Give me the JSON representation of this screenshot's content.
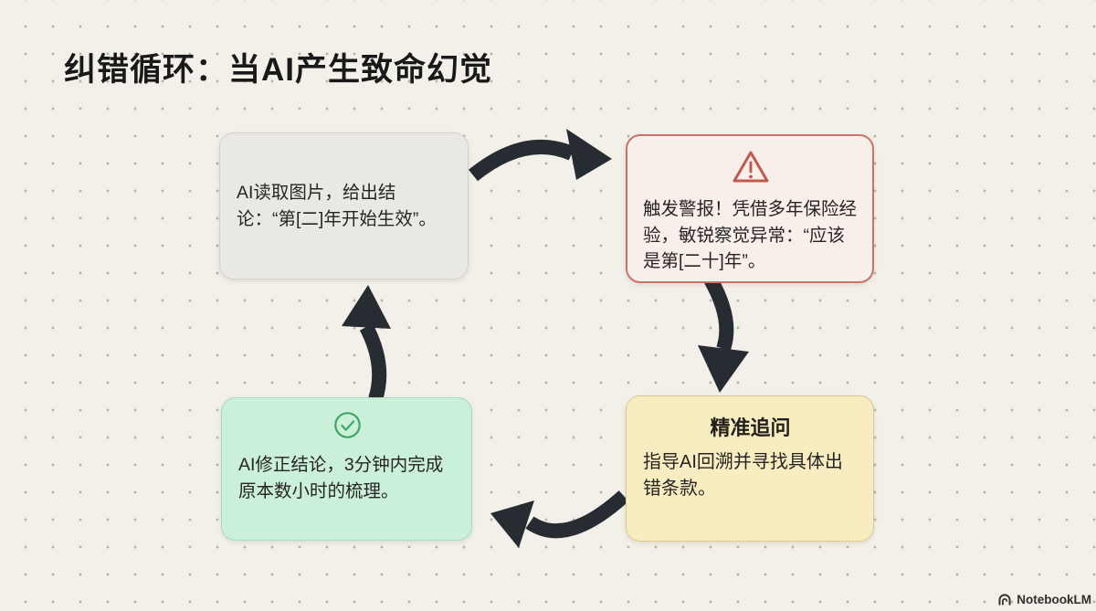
{
  "title": "纠错循环：当AI产生致命幻觉",
  "flow": {
    "nodes": [
      {
        "id": "ai-conclusion",
        "text": "AI读取图片，给出结论：“第[二]年开始生效”。"
      },
      {
        "id": "expert-alert",
        "icon": "warning-triangle",
        "text": "触发警报！凭借多年保险经验，敏锐察觉异常：“应该是第[二十]年”。"
      },
      {
        "id": "precise-followup",
        "title": "精准追问",
        "text": "指导AI回溯并寻找具体出错条款。"
      },
      {
        "id": "ai-correction",
        "icon": "check-circle",
        "text": "AI修正结论，3分钟内完成原本数小时的梳理。"
      }
    ],
    "arrows": [
      "ai-conclusion -> expert-alert",
      "expert-alert -> precise-followup",
      "precise-followup -> ai-correction",
      "ai-correction -> ai-conclusion"
    ]
  },
  "colors": {
    "background": "#f2f0e9",
    "dot_grid": "#b8b5ab",
    "arrow": "#272c33",
    "node_neutral_bg": "#e9e8e5",
    "node_neutral_border": "#d2d1cc",
    "node_alert_bg": "#f9efea",
    "node_alert_border": "#c3756a",
    "alert_icon": "#bf5a4e",
    "node_followup_bg": "#f7edc0",
    "node_followup_border": "#dccb8b",
    "node_success_bg": "#cbf0da",
    "node_success_border": "#a5dbbb",
    "success_icon": "#3fa564",
    "text": "#262523"
  },
  "footer": {
    "brand": "NotebookLM"
  }
}
